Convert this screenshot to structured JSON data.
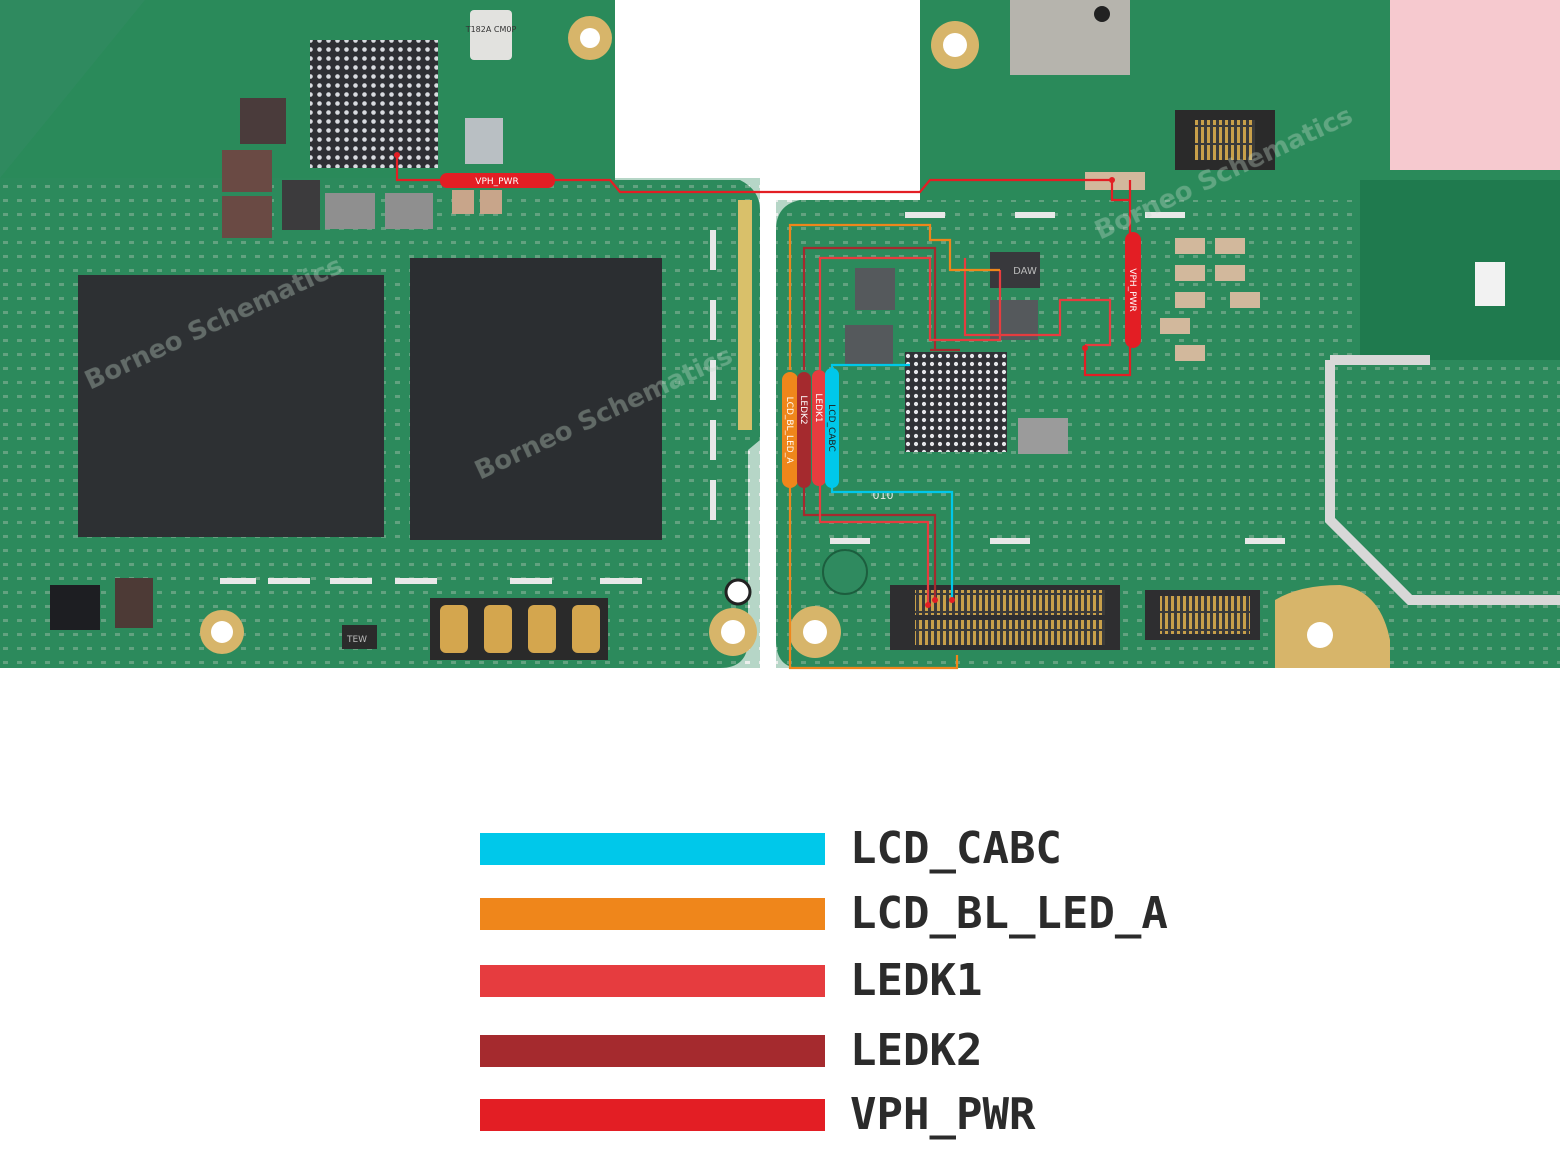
{
  "board": {
    "chip_marking": "T182A CM0P",
    "ic_marking": "DAW",
    "ic2_marking": "TEW",
    "pad_marking": "010",
    "watermark_text": "Borneo Schematics"
  },
  "nets": [
    {
      "id": "vph-pwr-top",
      "label": "VPH_PWR",
      "color": "#e31e24"
    },
    {
      "id": "vph-pwr-vertical",
      "label": "VPH_PWR",
      "color": "#e31e24"
    },
    {
      "id": "lcd-bl-led-a",
      "label": "LCD_BL_LED_A",
      "color": "#ef861b"
    },
    {
      "id": "ledk2",
      "label": "LEDK2",
      "color": "#a52a2e"
    },
    {
      "id": "ledk1",
      "label": "LEDK1",
      "color": "#e63c3f"
    },
    {
      "id": "lcd-cabc",
      "label": "LCD_CABC",
      "color": "#00c8ea"
    }
  ],
  "legend": [
    {
      "label": "LCD_CABC",
      "color": "#00c8ea"
    },
    {
      "label": "LCD_BL_LED_A",
      "color": "#ef861b"
    },
    {
      "label": "LEDK1",
      "color": "#e63c3f"
    },
    {
      "label": "LEDK2",
      "color": "#a52a2e"
    },
    {
      "label": "VPH_PWR",
      "color": "#e31e24"
    }
  ]
}
